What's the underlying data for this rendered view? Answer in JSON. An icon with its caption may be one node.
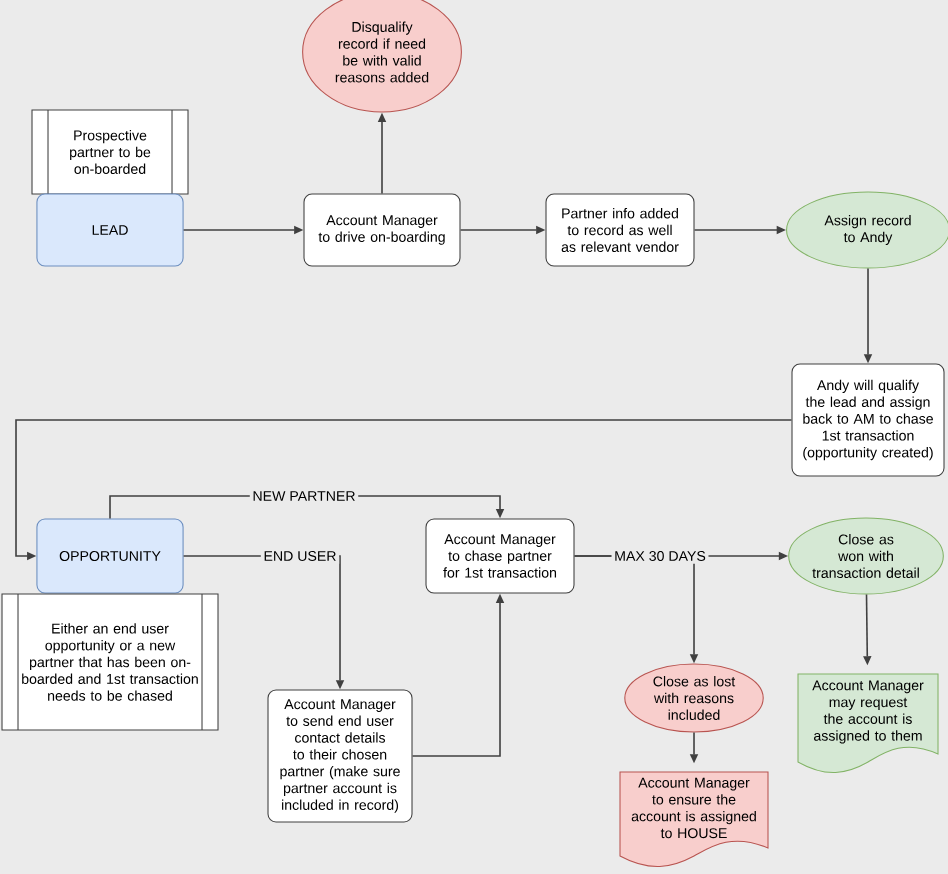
{
  "diagram": {
    "nodes": [
      {
        "text": [
          "Prospective partner to be on-boarded"
        ]
      },
      {
        "text": [
          "LEAD"
        ]
      },
      {
        "text": [
          "Disqualify record if need be with valid reasons added"
        ]
      },
      {
        "text": [
          "Account Manager to drive on-boarding"
        ]
      },
      {
        "text": [
          "Partner info added to record as well as relevant vendor"
        ]
      },
      {
        "text": [
          "Assign record to Andy"
        ]
      },
      {
        "text": [
          "Andy will qualify the lead and assign back to AM to chase 1st transaction (opportunity created)"
        ]
      },
      {
        "text": [
          "OPPORTUNITY"
        ]
      },
      {
        "text": [
          "Either an end user opportunity or a new partner that has been on-boarded and 1st transaction needs to be chased"
        ]
      },
      {
        "text": [
          "Account Manager to chase partner for 1st transaction"
        ]
      },
      {
        "text": [
          "Account Manager to send end user contact details to their chosen partner (make sure partner account is included in record)"
        ]
      },
      {
        "text": [
          "Close as won with transaction detail"
        ]
      },
      {
        "text": [
          "Close as lost with reasons included"
        ]
      },
      {
        "text": [
          "Account Manager to ensure the account is assigned to HOUSE"
        ]
      },
      {
        "text": [
          "Account Manager may request the account is assigned to them"
        ]
      }
    ],
    "edges": [
      {
        "from": 1,
        "to": 3,
        "arrow": "to"
      },
      {
        "from": 3,
        "to": 2,
        "arrow": "to"
      },
      {
        "from": 3,
        "to": 4,
        "arrow": "to"
      },
      {
        "from": 4,
        "to": 5,
        "arrow": "to"
      },
      {
        "from": 5,
        "to": 6,
        "arrow": "to"
      },
      {
        "from": 6,
        "to": 7,
        "arrow": "to"
      },
      {
        "from": 7,
        "to": 9,
        "arrow": "to",
        "label": "NEW PARTNER"
      },
      {
        "from": 7,
        "to": 10,
        "arrow": "to",
        "label": "END USER"
      },
      {
        "from": 10,
        "to": 9,
        "arrow": "to"
      },
      {
        "from": 9,
        "to": 11,
        "arrow": "to",
        "label": "MAX 30 DAYS"
      },
      {
        "from": 9,
        "to": 12,
        "arrow": "to"
      },
      {
        "from": 11,
        "to": 14,
        "arrow": "to"
      },
      {
        "from": 12,
        "to": 13,
        "arrow": "to"
      }
    ]
  }
}
